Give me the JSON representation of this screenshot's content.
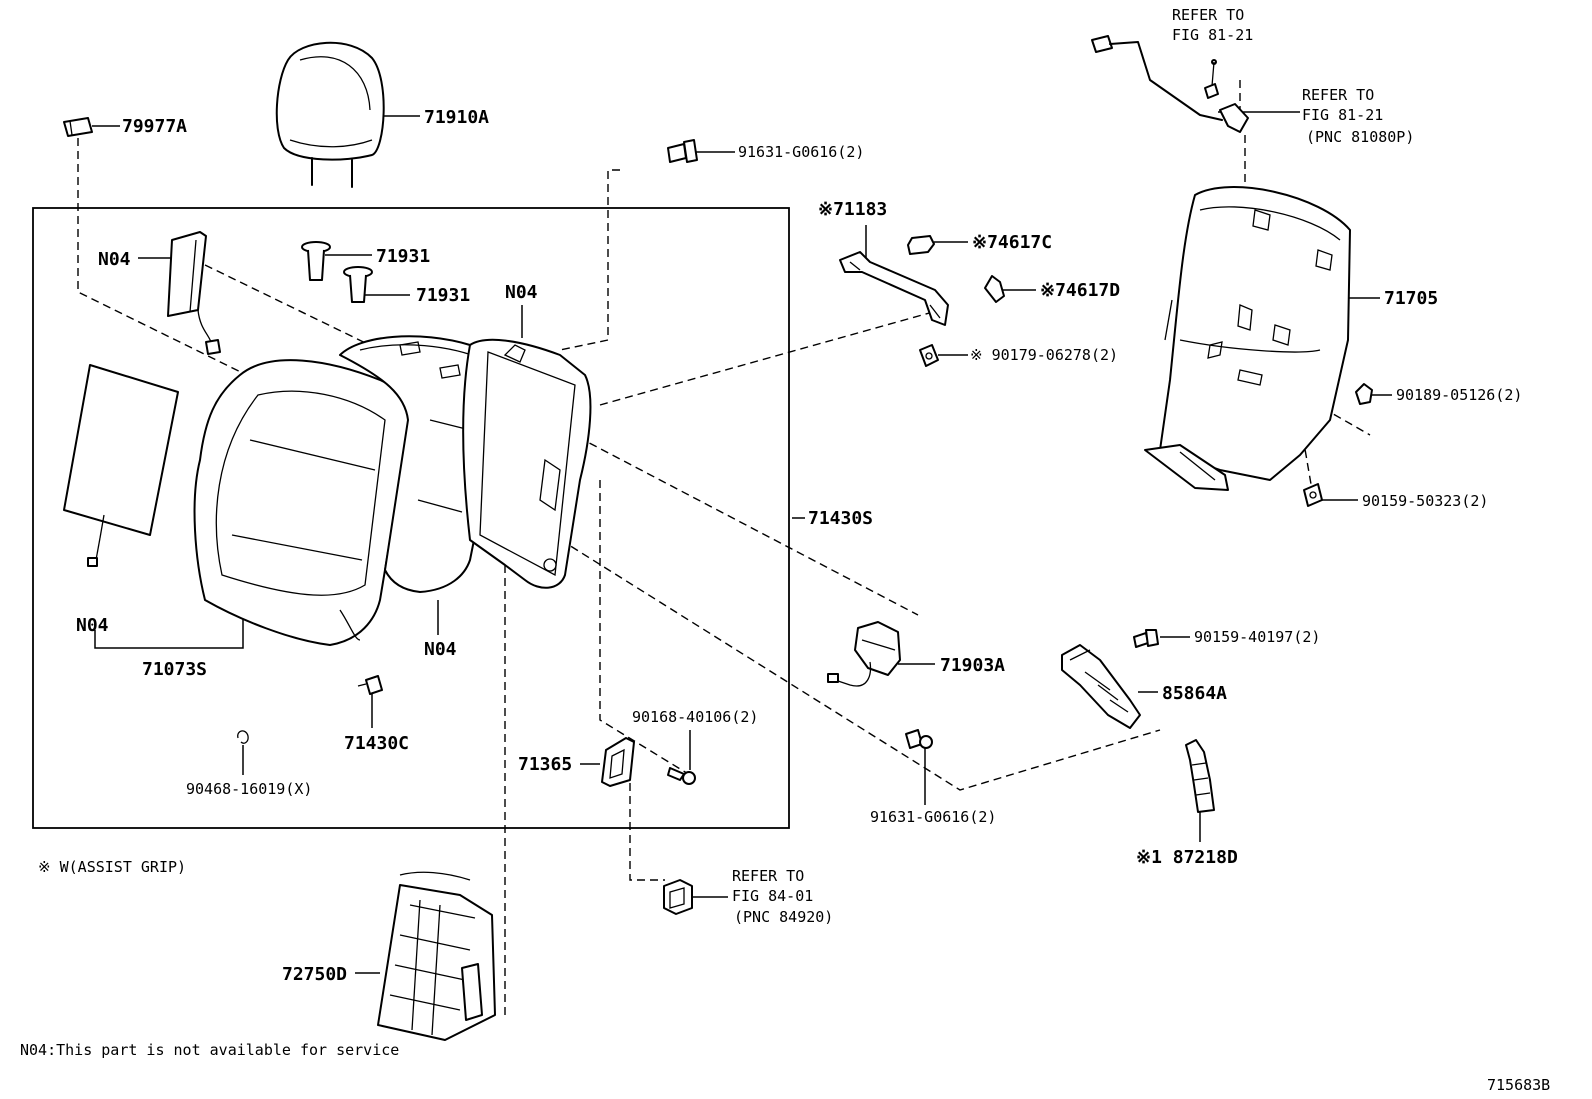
{
  "labels": {
    "p79977A": "79977A",
    "p71910A": "71910A",
    "p91631a": "91631-G0616(2)",
    "p71183": "※71183",
    "p74617C": "※74617C",
    "p74617D": "※74617D",
    "p90179": "※ 90179-06278(2)",
    "n04_1": "N04",
    "p71931_1": "71931",
    "p71931_2": "71931",
    "n04_2": "N04",
    "n04_3": "N04",
    "p71073S": "71073S",
    "n04_4": "N04",
    "p71430S": "71430S",
    "p71430C": "71430C",
    "p90468": "90468-16019(X)",
    "p71365": "71365",
    "p90168": "90168-40106(2)",
    "p71903A": "71903A",
    "p91631b": "91631-G0616(2)",
    "p90159a": "90159-40197(2)",
    "p85864A": "85864A",
    "p87218D": "※1 87218D",
    "p71705": "71705",
    "p90189": "90189-05126(2)",
    "p90159b": "90159-50323(2)",
    "p72750D": "72750D"
  },
  "refs": {
    "r1_line1": "REFER TO",
    "r1_line2": "FIG 81-21",
    "r2_line1": "REFER TO",
    "r2_line2": "FIG 81-21",
    "r2_line3": "(PNC 81080P)",
    "r3_line1": "REFER TO",
    "r3_line2": "FIG 84-01",
    "r3_line3": "(PNC 84920)"
  },
  "notes": {
    "assist_grip": "※ W(ASSIST GRIP)",
    "n04_footnote": "N04:This part is not available for service",
    "figure_code": "715683B"
  }
}
